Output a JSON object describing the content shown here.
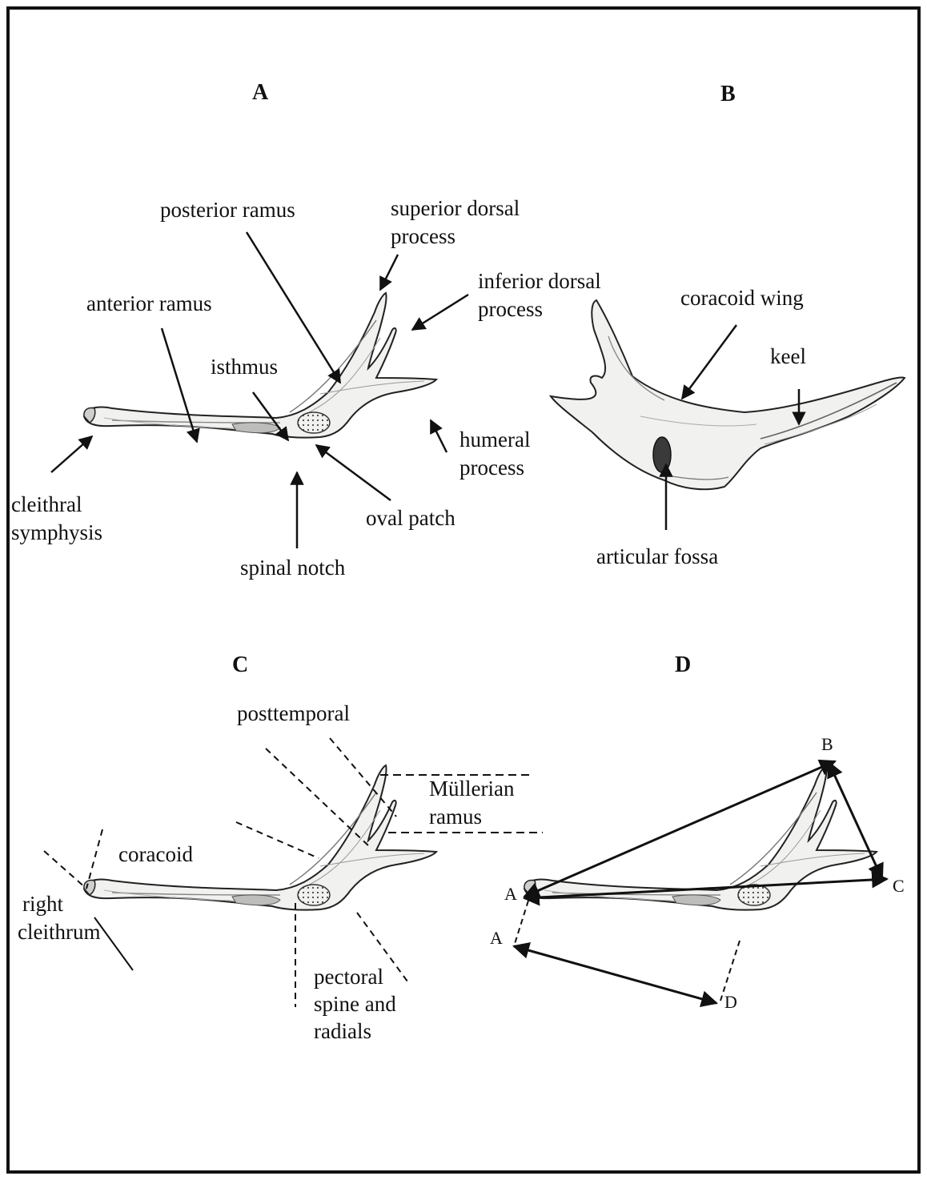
{
  "panels": {
    "a": "A",
    "b": "B",
    "c": "C",
    "d": "D"
  },
  "panel_a": {
    "posterior_ramus": "posterior ramus",
    "superior_dorsal": [
      "superior dorsal",
      "process"
    ],
    "inferior_dorsal": [
      "inferior dorsal",
      "process"
    ],
    "anterior_ramus": "anterior ramus",
    "isthmus": "isthmus",
    "humeral": [
      "humeral",
      "process"
    ],
    "cleithral": [
      "cleithral",
      "symphysis"
    ],
    "oval_patch": "oval patch",
    "spinal_notch": "spinal notch"
  },
  "panel_b": {
    "coracoid_wing": "coracoid wing",
    "keel": "keel",
    "articular_fossa": "articular fossa"
  },
  "panel_c": {
    "posttemporal": "posttemporal",
    "mullerian": [
      "Müllerian",
      "ramus"
    ],
    "coracoid": "coracoid",
    "right_cleithrum": [
      "right",
      "cleithrum"
    ],
    "pectoral": [
      "pectoral",
      "spine and",
      "radials"
    ]
  },
  "panel_d": {
    "a_upper": "A",
    "a_lower": "A",
    "b": "B",
    "c": "C",
    "d": "D"
  },
  "colors": {
    "ink": "#111111",
    "bone_fill": "#f1f1ef",
    "shade": "#9a9a98"
  }
}
